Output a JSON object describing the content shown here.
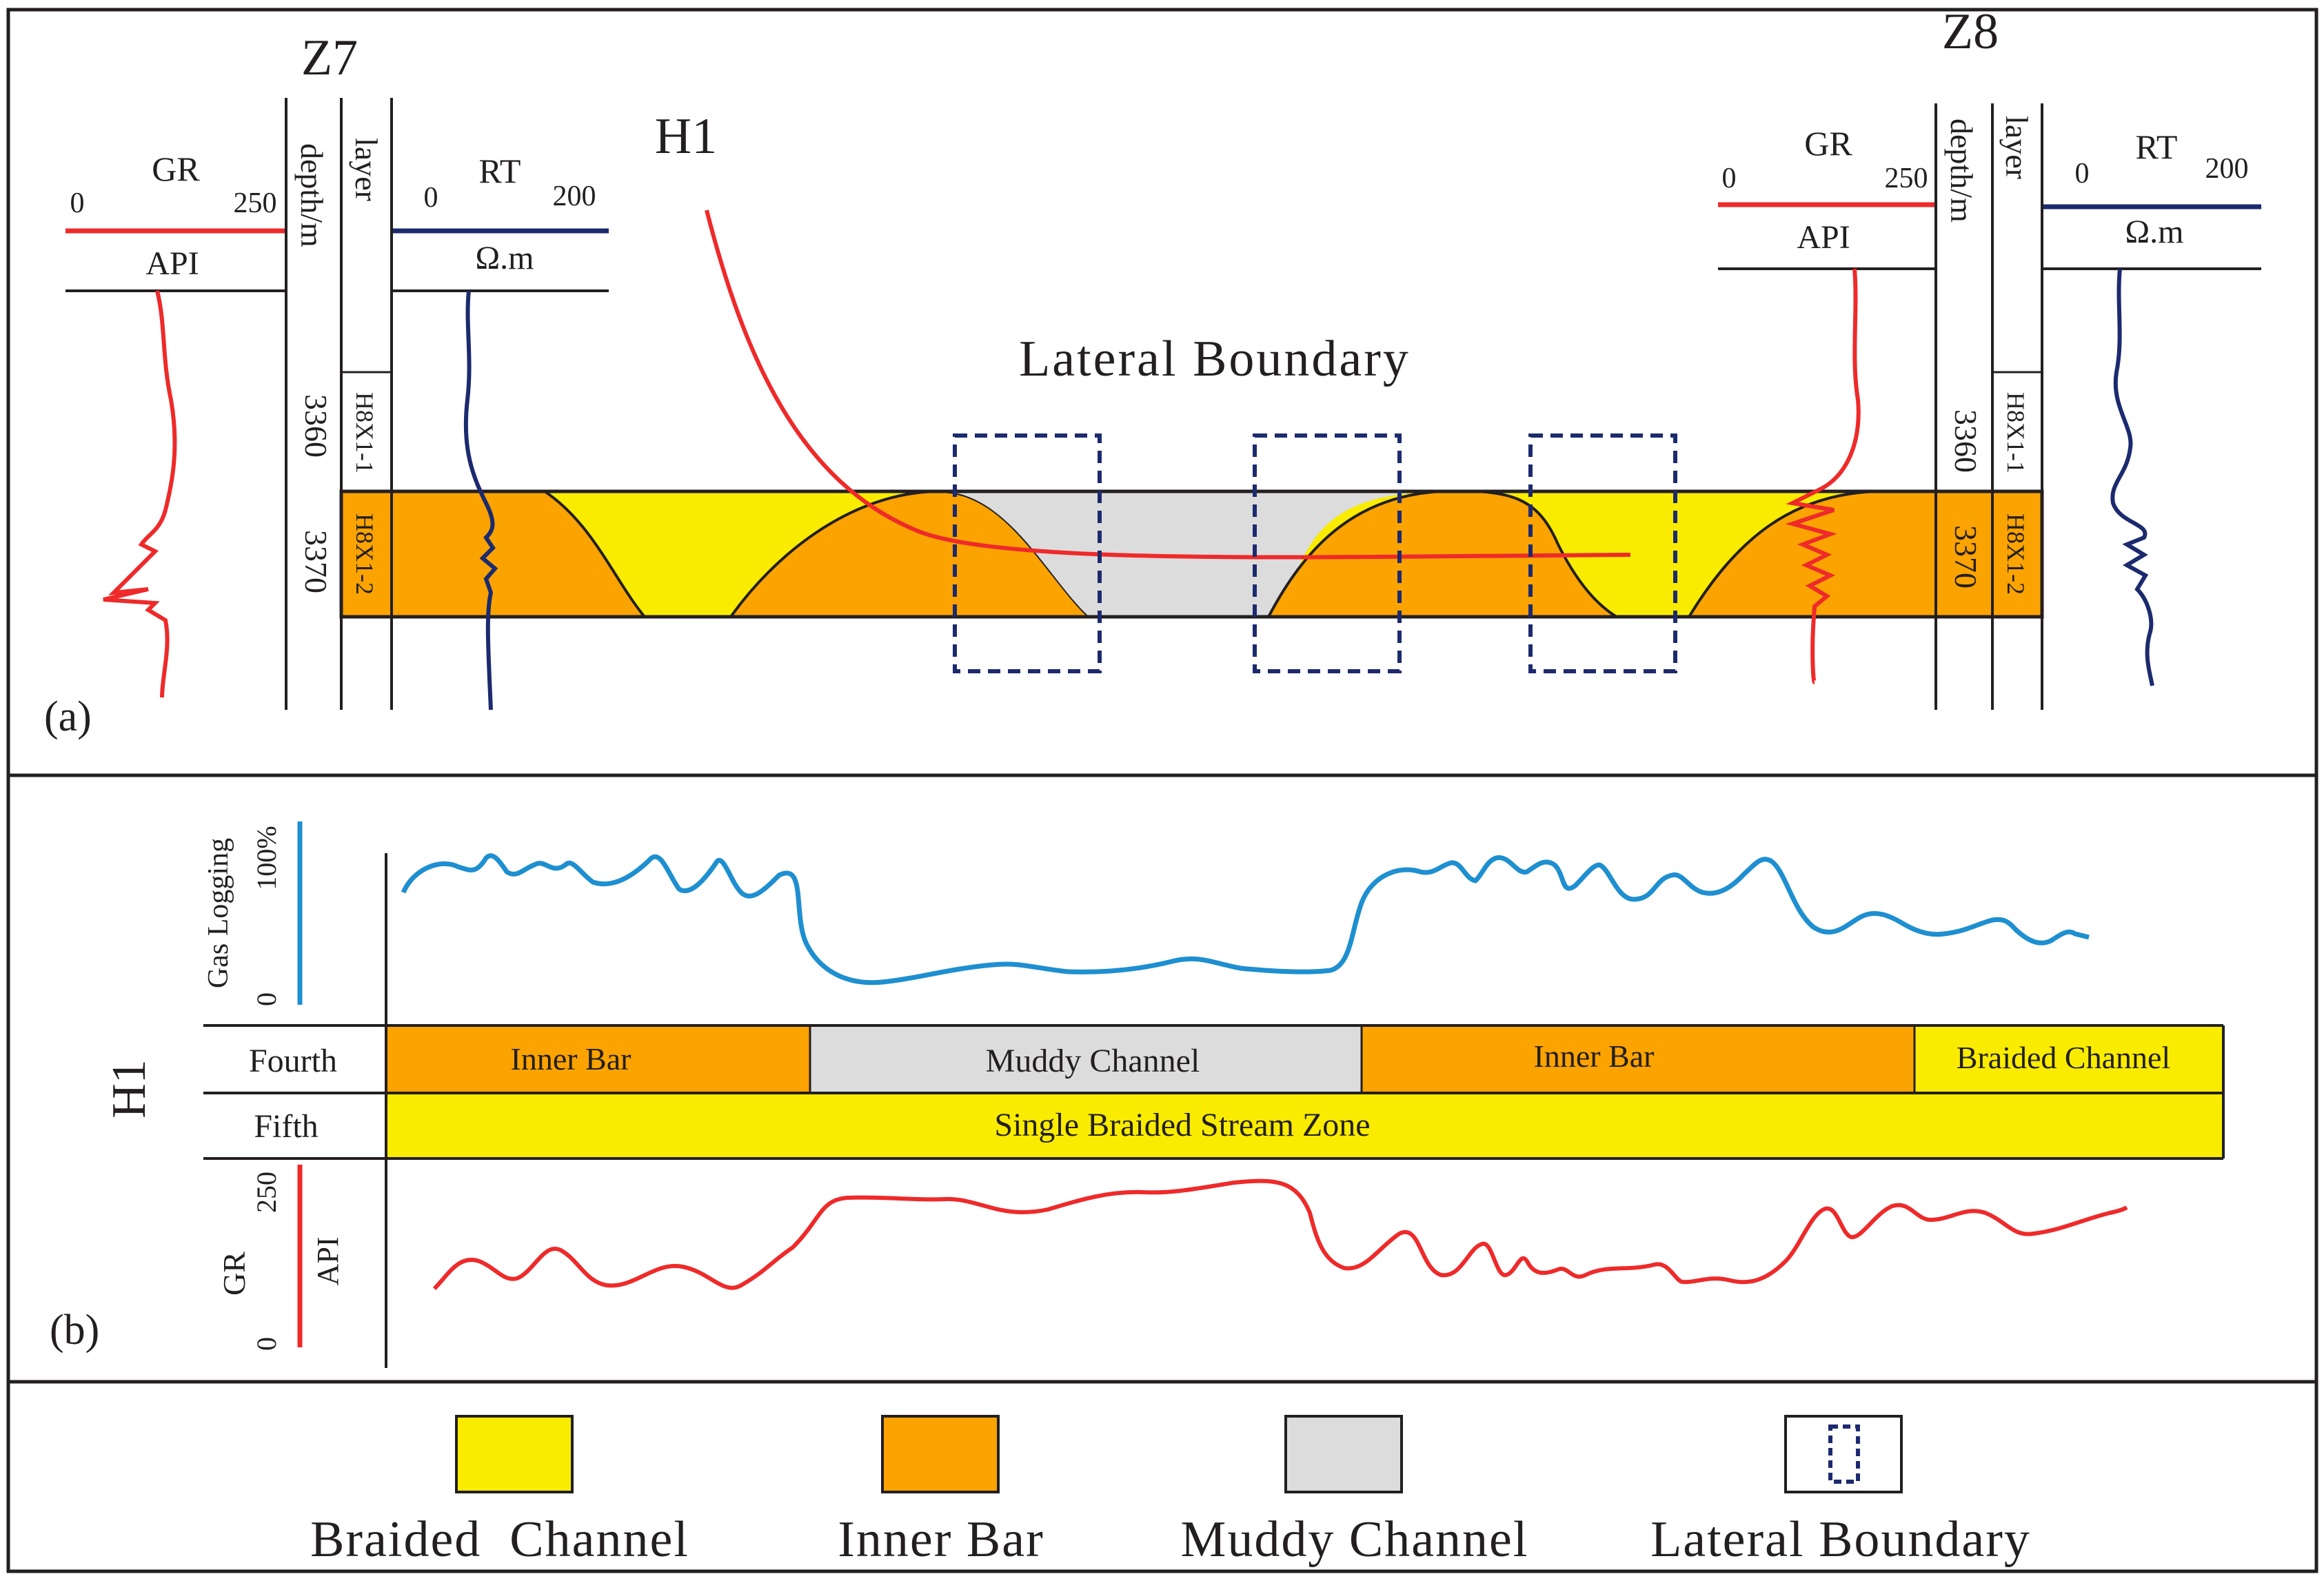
{
  "colors": {
    "braided_channel": "#f9ec00",
    "inner_bar": "#fba300",
    "muddy_channel": "#dcdcdc",
    "gr_curve": "#ee2a2a",
    "rt_curve": "#1c2a6e",
    "gas_curve": "#1e8fd0",
    "boundary_box": "#1c2a6e"
  },
  "panel_a": {
    "label": "(a)",
    "title": "Lateral Boundary",
    "horizontal_well": "H1",
    "wells": [
      {
        "name": "Z7",
        "gr": {
          "name": "GR",
          "min": "0",
          "max": "250",
          "unit": "API"
        },
        "depth_header": "depth/m",
        "layer_header": "layer",
        "rt": {
          "name": "RT",
          "min": "0",
          "max": "200",
          "unit": "Ω.m"
        },
        "depths": [
          "3360",
          "3370"
        ],
        "layers": [
          "H8X1-1",
          "H8X1-2"
        ]
      },
      {
        "name": "Z8",
        "gr": {
          "name": "GR",
          "min": "0",
          "max": "250",
          "unit": "API"
        },
        "depth_header": "depth/m",
        "layer_header": "layer",
        "rt": {
          "name": "RT",
          "min": "0",
          "max": "200",
          "unit": "Ω.m"
        },
        "depths": [
          "3360",
          "3370"
        ],
        "layers": [
          "H8X1-1",
          "H8X1-2"
        ]
      }
    ]
  },
  "panel_b": {
    "label": "(b)",
    "well": "H1",
    "gas_logging": {
      "name": "Gas Logging",
      "min": "0",
      "max": "100%"
    },
    "gr": {
      "name": "GR",
      "unit": "API",
      "min": "0",
      "max": "250"
    },
    "rows": [
      {
        "name": "Fourth",
        "segments": [
          {
            "label": "Inner Bar",
            "type": "inner_bar"
          },
          {
            "label": "Muddy Channel",
            "type": "muddy_channel"
          },
          {
            "label": "Inner Bar",
            "type": "inner_bar"
          },
          {
            "label": "Braided Channel",
            "type": "braided_channel"
          }
        ]
      },
      {
        "name": "Fifth",
        "segments": [
          {
            "label": "Single Braided Stream Zone",
            "type": "braided_channel"
          }
        ]
      }
    ]
  },
  "legend": [
    {
      "label": "Braided  Channel",
      "type": "braided_channel"
    },
    {
      "label": "Inner Bar",
      "type": "inner_bar"
    },
    {
      "label": "Muddy Channel",
      "type": "muddy_channel"
    },
    {
      "label": "Lateral Boundary",
      "type": "boundary"
    }
  ]
}
